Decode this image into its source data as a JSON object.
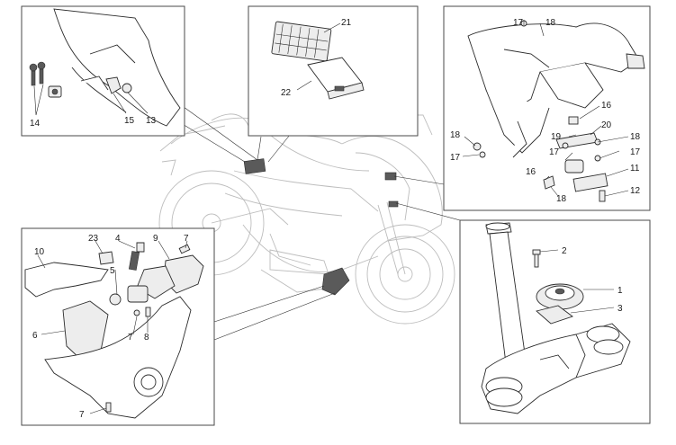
{
  "callouts": {
    "tl": [
      "14",
      "15",
      "13"
    ],
    "top": [
      "21",
      "22"
    ],
    "tr": [
      "17",
      "18",
      "16",
      "20",
      "18",
      "19",
      "17",
      "18",
      "17",
      "11",
      "16",
      "18",
      "12"
    ],
    "bl": [
      "10",
      "23",
      "4",
      "9",
      "7",
      "5",
      "6",
      "7",
      "8",
      "7"
    ],
    "br": [
      "2",
      "1",
      "3"
    ]
  }
}
